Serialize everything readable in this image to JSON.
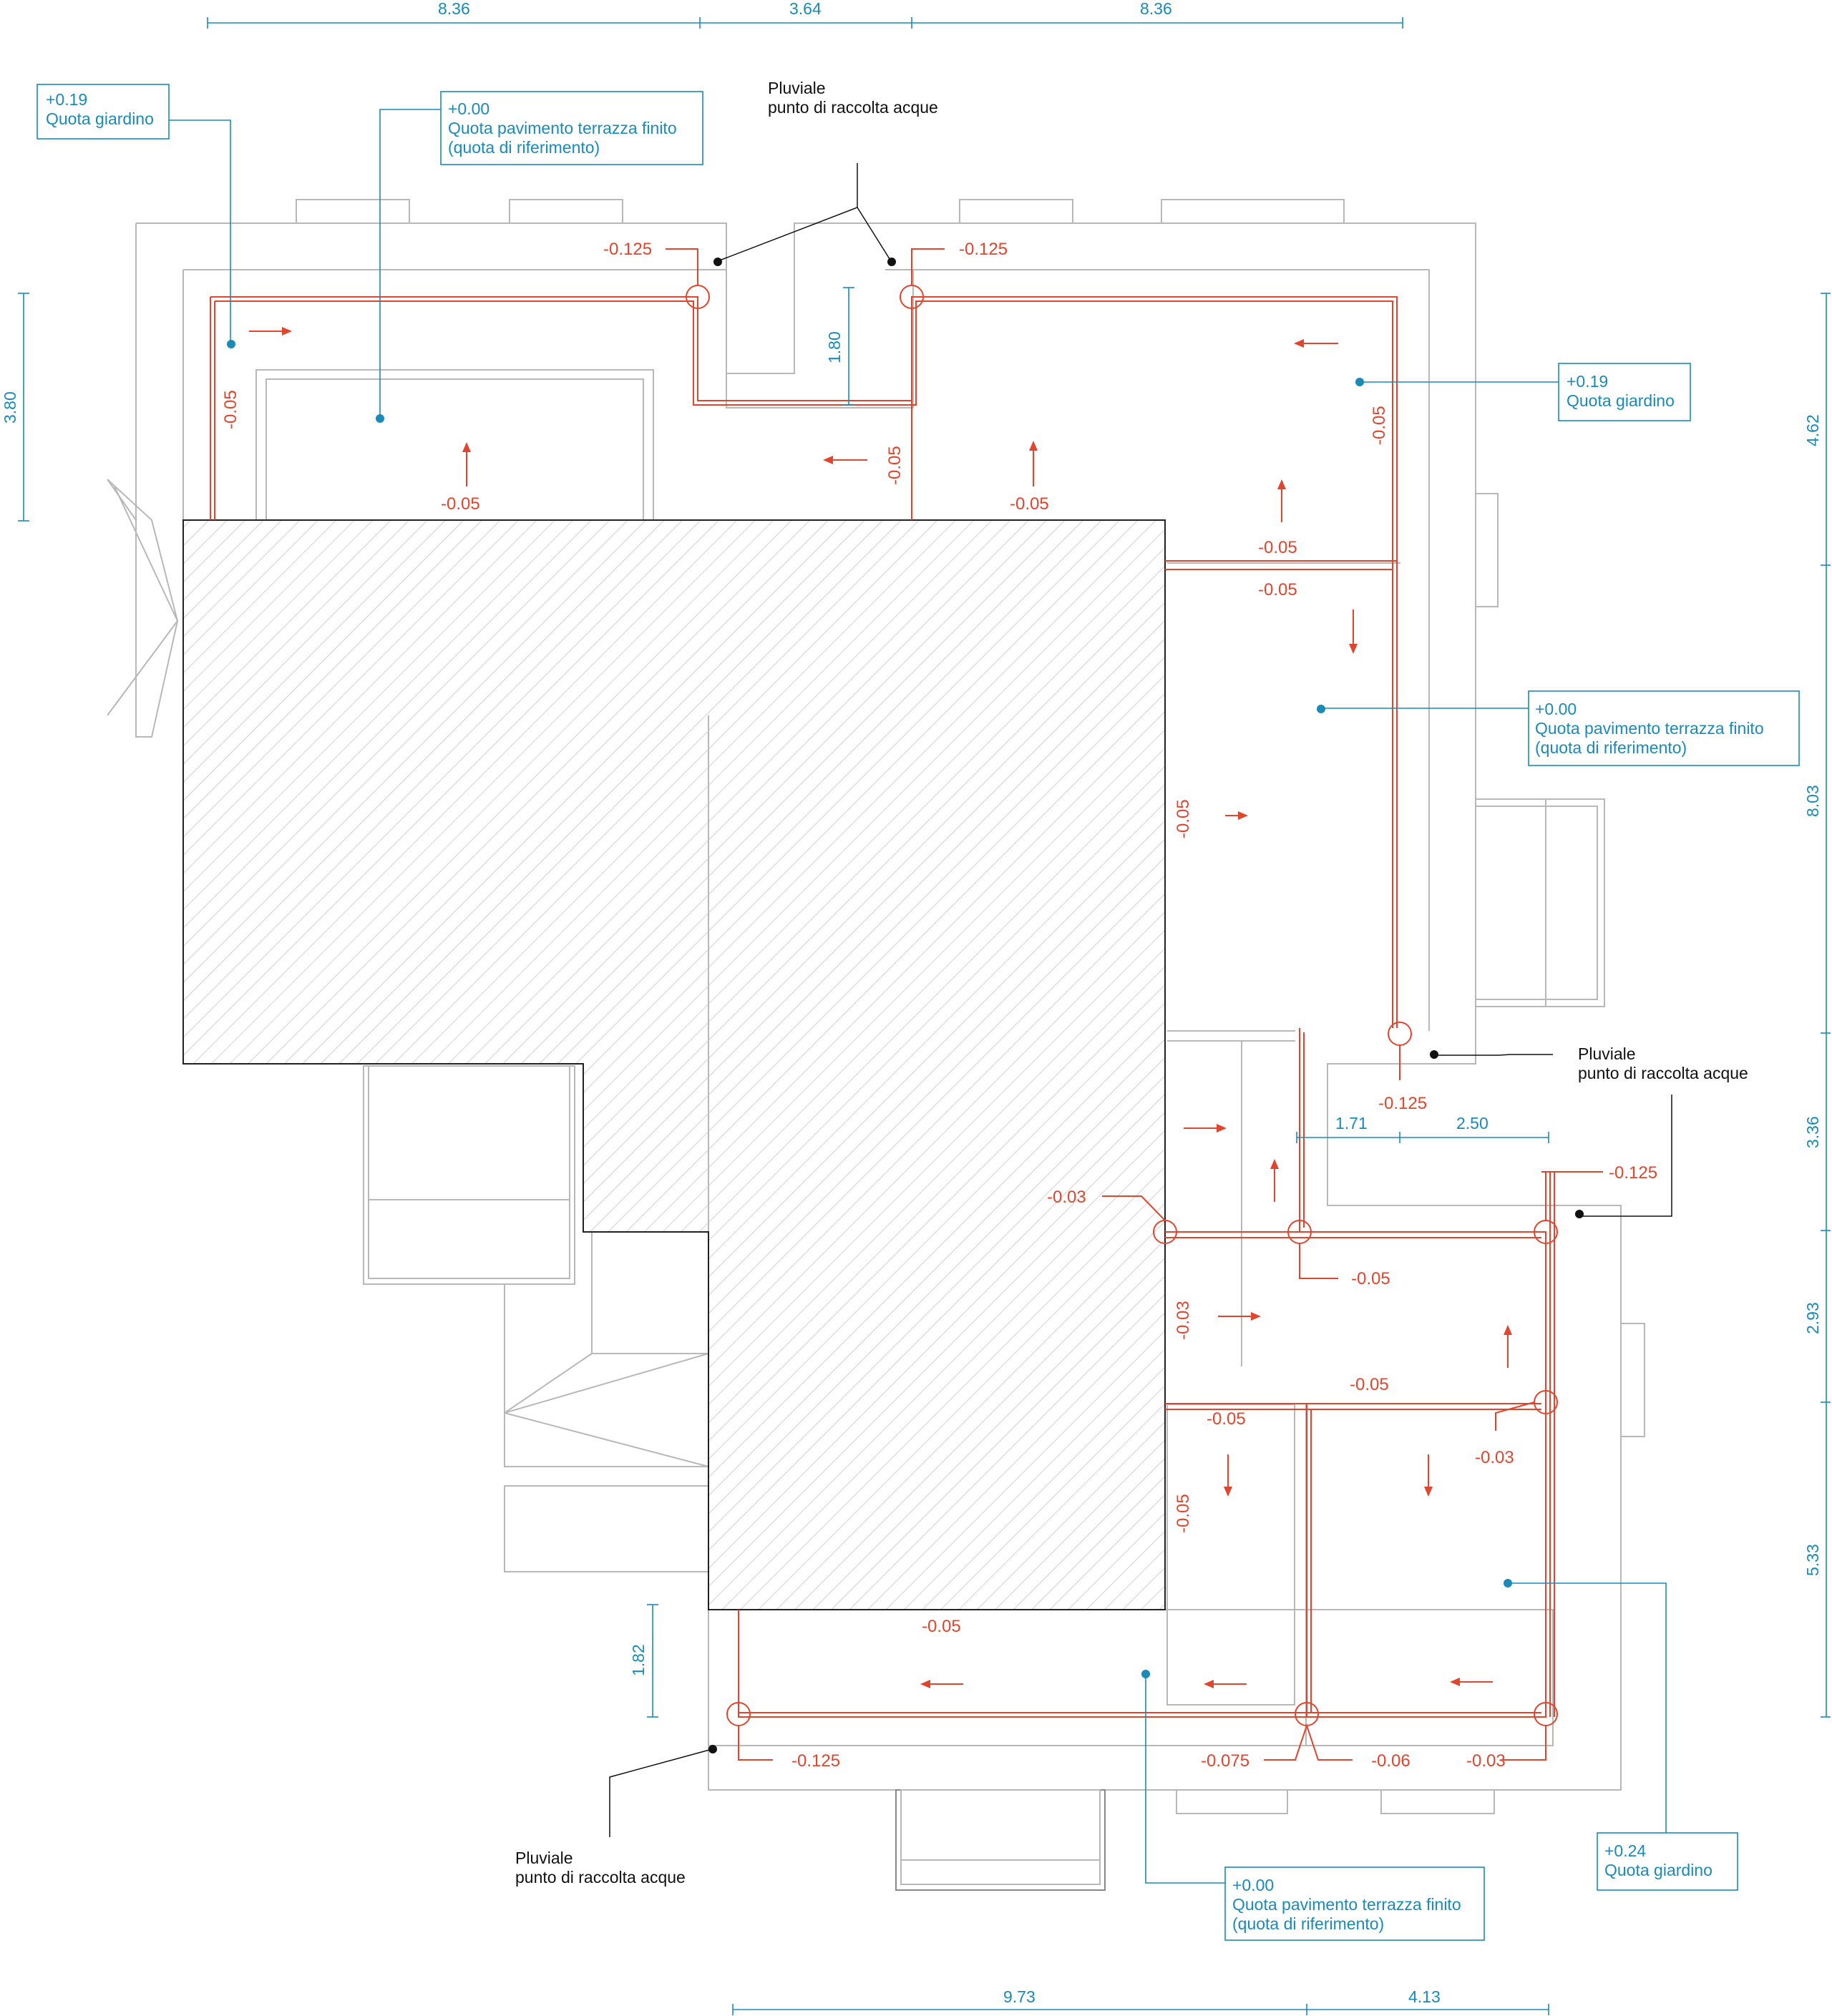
{
  "dimensions": {
    "top": [
      "8.36",
      "3.64",
      "8.36"
    ],
    "bottom": [
      "9.73",
      "4.13"
    ],
    "left": "3.80",
    "right": [
      "4.62",
      "8.03",
      "3.36",
      "2.93",
      "5.33"
    ],
    "inner_vertical_top": "1.80",
    "inner_vertical_bottom": "1.82",
    "inner_horizontal": [
      "1.71",
      "2.50"
    ]
  },
  "callouts": {
    "giardino_top_left": {
      "level": "+0.19",
      "label": "Quota giardino"
    },
    "terrace_top": {
      "level": "+0.00",
      "label": "Quota pavimento terrazza finito",
      "note": "(quota di riferimento)"
    },
    "giardino_right": {
      "level": "+0.19",
      "label": "Quota giardino"
    },
    "terrace_right": {
      "level": "+0.00",
      "label": "Quota pavimento terrazza finito",
      "note": "(quota di riferimento)"
    },
    "terrace_bottom": {
      "level": "+0.00",
      "label": "Quota pavimento terrazza finito",
      "note": "(quota di riferimento)"
    },
    "giardino_bottom_right": {
      "level": "+0.24",
      "label": "Quota giardino"
    }
  },
  "downpipes": {
    "top": {
      "line1": "Pluviale",
      "line2": "punto di raccolta acque"
    },
    "right": {
      "line1": "Pluviale",
      "line2": "punto di raccolta acque"
    },
    "bottom": {
      "line1": "Pluviale",
      "line2": "punto di raccolta acque"
    }
  },
  "slope_levels": {
    "top_left_corner": "-0.125",
    "top_right_corner": "-0.125",
    "nw_left_side": "-0.05",
    "nw_bottom": "-0.05",
    "center_vertical": "-0.05",
    "ne_bottom": "-0.05",
    "ne_right_side": "-0.05",
    "east_band_top": "-0.05",
    "east_band_bottom": "-0.05",
    "east_wing_left": "-0.05",
    "east_right_drain": "-0.125",
    "lower_drain_right": "-0.125",
    "lower_left_drain": "-0.03",
    "lower_mid_drain": "-0.05",
    "lower_band_left": "-0.03",
    "lower_band_right": "-0.05",
    "lower_right_drain": "-0.03",
    "south_left_top": "-0.05",
    "south_left_side": "-0.05",
    "south_bottom": "-0.05",
    "sw_corner": "-0.125",
    "s_mid_corner": "-0.075",
    "s_mid_corner_right": "-0.06",
    "se_corner": "-0.03"
  },
  "colors": {
    "slope": "#e0452e",
    "level": "#1a8ab8",
    "wall": "#b8b8b8",
    "hatch": "#c4c4c4",
    "annotation": "#111111"
  }
}
